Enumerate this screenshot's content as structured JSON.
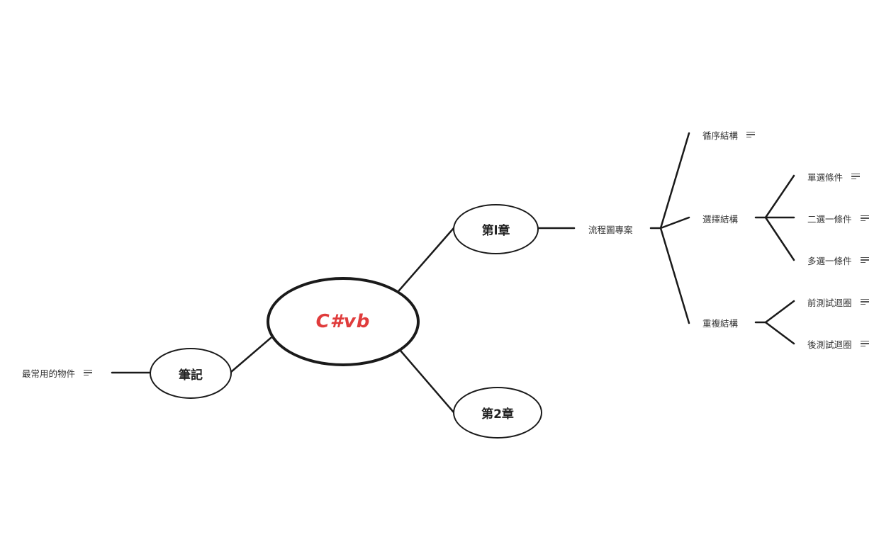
{
  "root": {
    "label": "C#vb",
    "color": "#e03c3c"
  },
  "branches": {
    "chapter1": {
      "label": "第l章"
    },
    "chapter2": {
      "label": "第2章"
    },
    "notes": {
      "label": "筆記"
    }
  },
  "topics": {
    "flowchart": {
      "label": "流程圖專案"
    },
    "sequence": {
      "label": "循序結構"
    },
    "selection": {
      "label": "選擇結構"
    },
    "repetition": {
      "label": "重複結構"
    },
    "single_select": {
      "label": "單選條件"
    },
    "two_select": {
      "label": "二選一條件"
    },
    "multi_select": {
      "label": "多選一條件"
    },
    "pretest_loop": {
      "label": "前測試迴圈"
    },
    "posttest_loop": {
      "label": "後測試迴圈"
    },
    "common_objects": {
      "label": "最常用的物件"
    }
  },
  "icons": {
    "note": "note-lines-icon"
  }
}
